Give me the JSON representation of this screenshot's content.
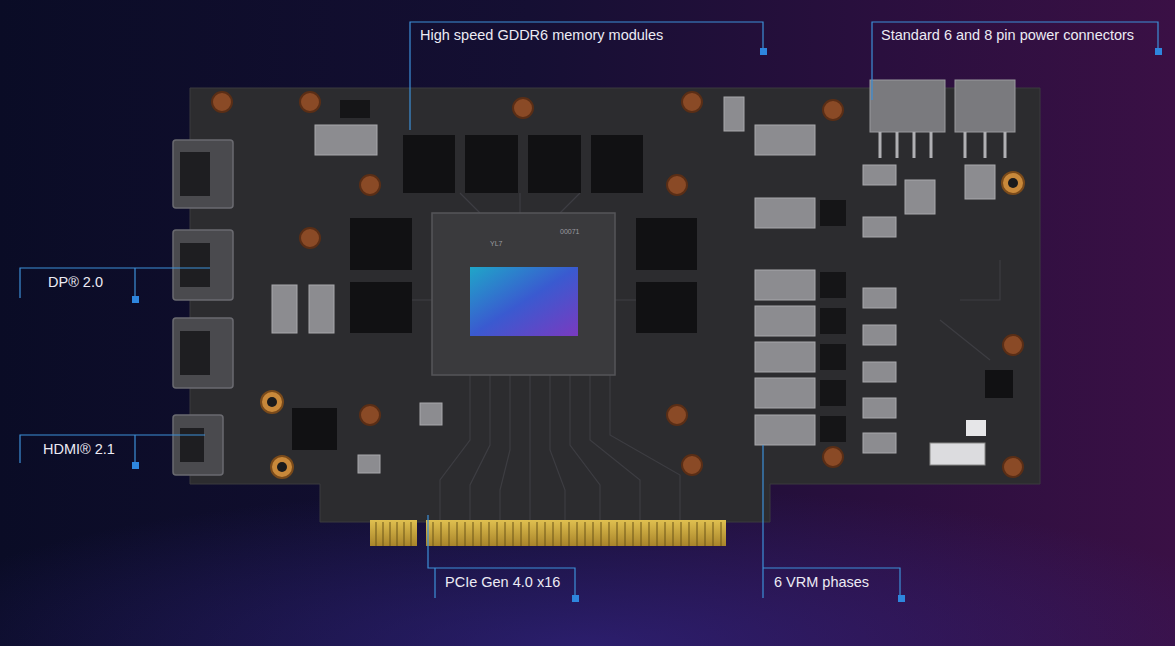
{
  "diagram": {
    "labels": [
      "High speed GDDR6 memory modules",
      "Standard 6 and 8 pin power connectors",
      "DP® 2.0",
      "HDMI® 2.1",
      "PCIe Gen 4.0 x16",
      "6 VRM phases",
      "YL7",
      "00071"
    ]
  }
}
